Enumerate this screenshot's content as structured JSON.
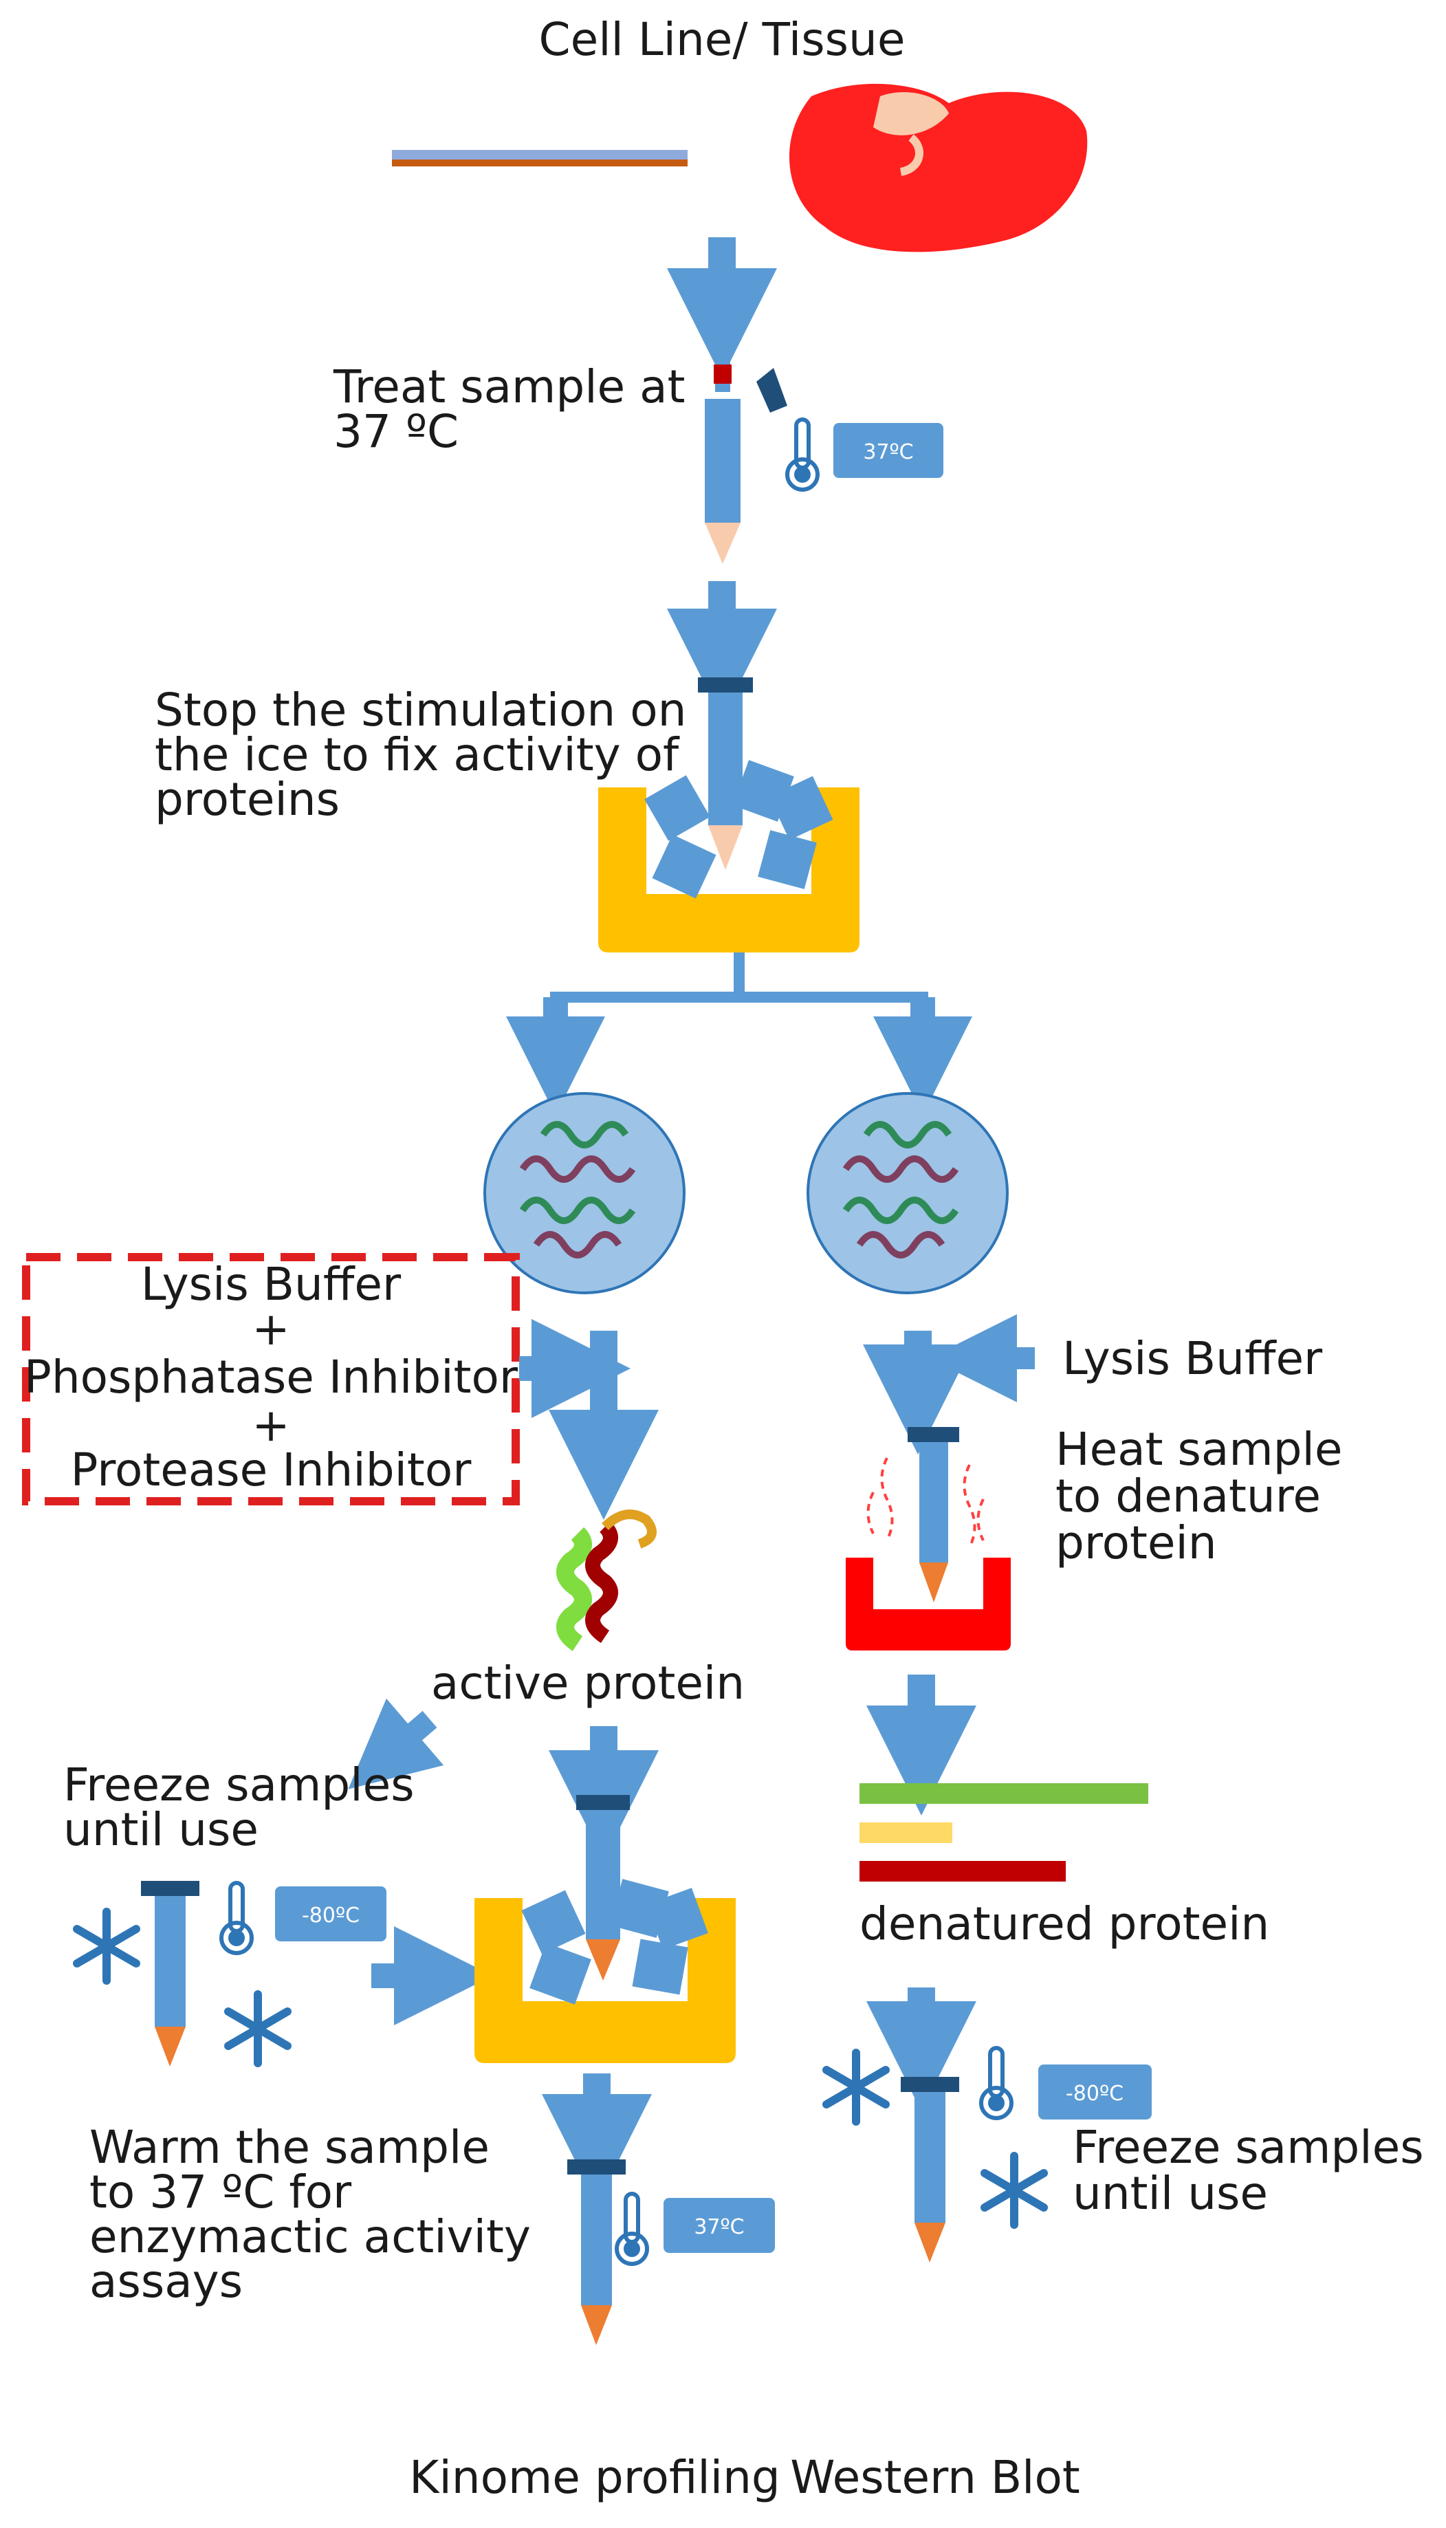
{
  "title": "Cell Line/ Tissue",
  "steps": {
    "treat": [
      "Treat sample at",
      "37 ºC"
    ],
    "stop": [
      "Stop the stimulation on",
      "the ice to fix activity of",
      "proteins"
    ],
    "buffer_box": [
      "Lysis Buffer",
      "+",
      "Phosphatase Inhibitor",
      "+",
      "Protease Inhibitor"
    ],
    "lysis_right": "Lysis Buffer",
    "heat": [
      "Heat sample",
      "to denature",
      "protein"
    ],
    "active_protein": "active protein",
    "freeze_left": [
      "Freeze samples",
      "until use"
    ],
    "denatured_protein": "denatured protein",
    "freeze_right": [
      "Freeze samples",
      "until use"
    ],
    "warm": [
      "Warm the sample",
      "to 37 ºC for",
      "enzymactic activity",
      "assays"
    ]
  },
  "badges": {
    "treat_temp": "37ºC",
    "freeze_left_temp": "-80ºC",
    "freeze_right_temp": "-80ºC",
    "warm_temp": "37ºC"
  },
  "outputs": {
    "left": "Kinome profiling",
    "right": "Western Blot"
  },
  "colors": {
    "arrow_blue": "#5b9bd5",
    "ice_tray": "#ffc000",
    "heat_tray": "#ff0000",
    "tissue": "#ff2020",
    "buffer_border": "#e02020",
    "band_green": "#7ac143",
    "band_yellow": "#ffd966",
    "band_red": "#c00000",
    "tube_tip": "#ed7d31",
    "tube_cap": "#1f4e79"
  }
}
